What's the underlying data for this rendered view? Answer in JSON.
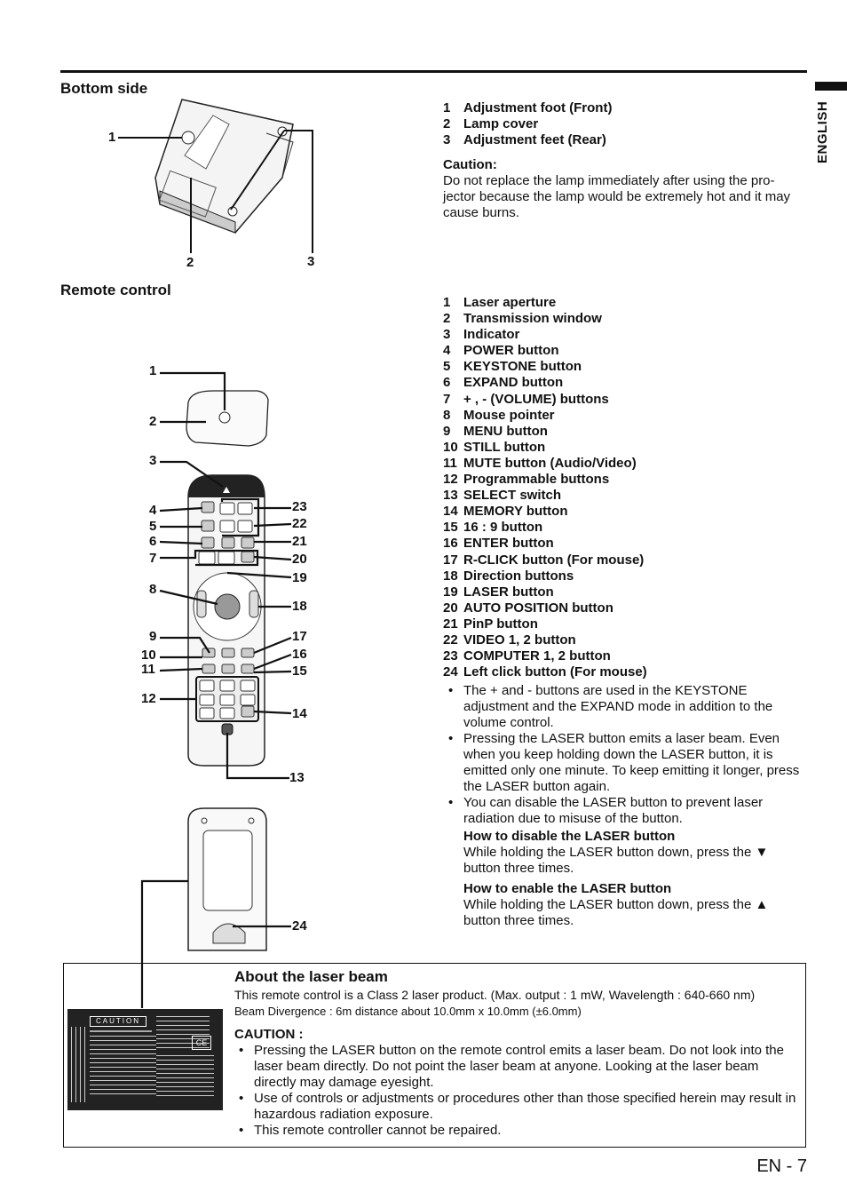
{
  "side_tab": "ENGLISH",
  "bottom_side": {
    "heading": "Bottom side",
    "callouts": [
      "1",
      "2",
      "3"
    ],
    "items": [
      {
        "num": "1",
        "label": "Adjustment foot (Front)"
      },
      {
        "num": "2",
        "label": "Lamp cover"
      },
      {
        "num": "3",
        "label": "Adjustment feet (Rear)"
      }
    ],
    "caution_heading": "Caution:",
    "caution_text": "Do not replace the lamp immediately after using the pro-jector because the lamp would be extremely hot and it may cause burns."
  },
  "remote_control": {
    "heading": "Remote control",
    "callouts": [
      "1",
      "2",
      "3",
      "4",
      "5",
      "6",
      "7",
      "8",
      "9",
      "10",
      "11",
      "12",
      "23",
      "22",
      "21",
      "20",
      "19",
      "18",
      "17",
      "16",
      "15",
      "14",
      "13",
      "24"
    ],
    "items": [
      {
        "num": "1",
        "label": "Laser aperture"
      },
      {
        "num": "2",
        "label": "Transmission window"
      },
      {
        "num": "3",
        "label": "Indicator"
      },
      {
        "num": "4",
        "label": "POWER button"
      },
      {
        "num": "5",
        "label": "KEYSTONE button"
      },
      {
        "num": "6",
        "label": "EXPAND button"
      },
      {
        "num": "7",
        "label": "+ , - (VOLUME) buttons"
      },
      {
        "num": "8",
        "label": "Mouse pointer"
      },
      {
        "num": "9",
        "label": "MENU button"
      },
      {
        "num": "10",
        "label": "STILL button"
      },
      {
        "num": "11",
        "label": "MUTE button (Audio/Video)"
      },
      {
        "num": "12",
        "label": "Programmable buttons"
      },
      {
        "num": "13",
        "label": "SELECT switch"
      },
      {
        "num": "14",
        "label": "MEMORY button"
      },
      {
        "num": "15",
        "label": "16 : 9 button"
      },
      {
        "num": "16",
        "label": "ENTER button"
      },
      {
        "num": "17",
        "label": "R-CLICK button (For mouse)"
      },
      {
        "num": "18",
        "label": "Direction buttons"
      },
      {
        "num": "19",
        "label": "LASER button"
      },
      {
        "num": "20",
        "label": "AUTO POSITION button"
      },
      {
        "num": "21",
        "label": "PinP button"
      },
      {
        "num": "22",
        "label": "VIDEO 1, 2 button"
      },
      {
        "num": "23",
        "label": "COMPUTER 1, 2 button"
      },
      {
        "num": "24",
        "label": "Left click button (For mouse)"
      }
    ],
    "bullets": [
      "The + and - buttons are used in the KEYSTONE adjustment and the EXPAND mode in addition to the volume control.",
      "Pressing the LASER button emits a laser beam. Even when you keep holding down the LASER button, it is emitted only one minute. To keep emitting it longer, press the LASER button again.",
      "You can disable the LASER button to prevent laser radiation due to misuse of the button."
    ],
    "disable_heading": "How to disable the LASER button",
    "disable_text": "While holding the LASER button down, press the ▼ button three times.",
    "enable_heading": "How to enable the LASER button",
    "enable_text": "While holding the LASER button down, press the ▲ button three times."
  },
  "laser": {
    "heading": "About the laser beam",
    "line1": "This remote control is a Class 2 laser product. (Max. output : 1 mW, Wavelength : 640-660 nm)",
    "line2": "Beam Divergence : 6m distance about 10.0mm x 10.0mm (±6.0mm)",
    "caution_heading": "CAUTION :",
    "bullets": [
      "Pressing the LASER button on the remote control emits a laser beam. Do not look into the laser beam directly. Do not point the laser beam at anyone. Looking at the laser beam directly may damage eyesight.",
      "Use of controls or adjustments or procedures other than those specified herein may result in hazardous radiation exposure.",
      "This remote controller cannot be repaired."
    ],
    "label_title": "CAUTION"
  },
  "page_number": "EN - 7"
}
